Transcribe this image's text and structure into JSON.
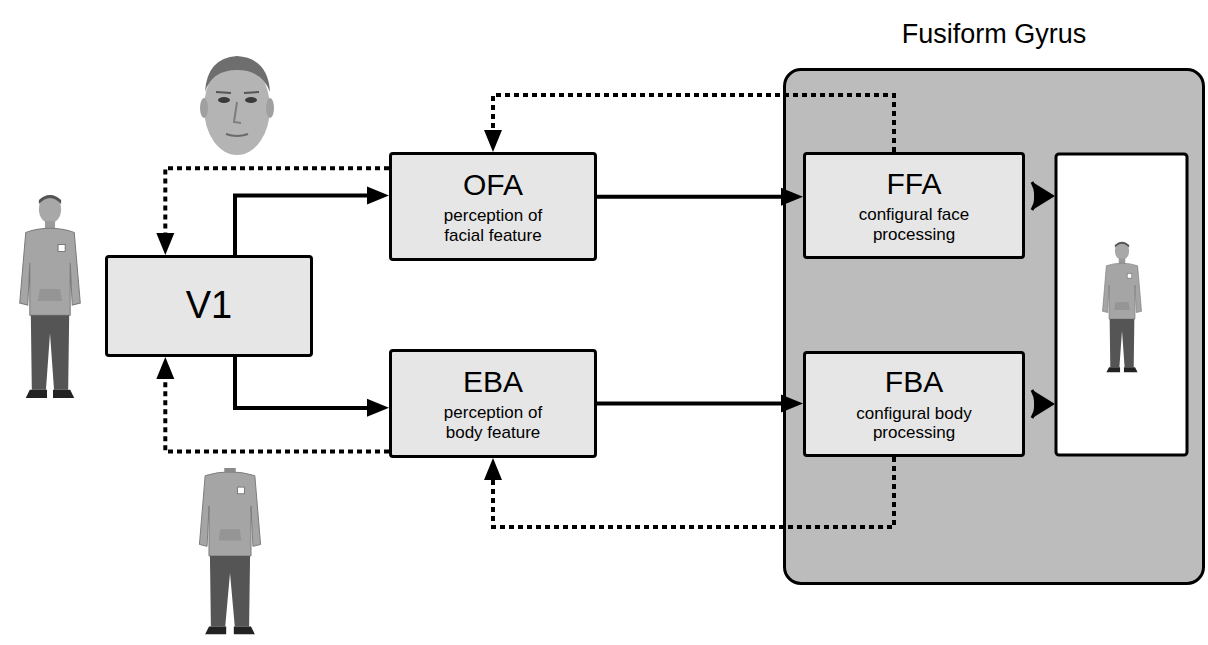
{
  "diagram": {
    "nodes": [
      {
        "text": [
          "V1"
        ]
      },
      {
        "text": [
          "OFA",
          "perception of facial feature"
        ]
      },
      {
        "text": [
          "EBA",
          "perception of body feature"
        ]
      },
      {
        "text": [
          "Fusiform Gyrus"
        ]
      },
      {
        "text": [
          "FFA",
          "configural face processing"
        ],
        "in": 3
      },
      {
        "text": [
          "FBA",
          "configural body processing"
        ],
        "in": 3
      }
    ],
    "edges": [
      {
        "from": 0,
        "to": 1,
        "arrow": "to"
      },
      {
        "from": 0,
        "to": 2,
        "arrow": "to"
      },
      {
        "from": 1,
        "to": 4,
        "arrow": "to"
      },
      {
        "from": 2,
        "to": 5,
        "arrow": "to"
      },
      {
        "from": 1,
        "to": 0,
        "arrow": "to"
      },
      {
        "from": 2,
        "to": 0,
        "arrow": "to"
      },
      {
        "from": 4,
        "to": 1,
        "arrow": "to"
      },
      {
        "from": 5,
        "to": 2,
        "arrow": "to"
      }
    ]
  }
}
